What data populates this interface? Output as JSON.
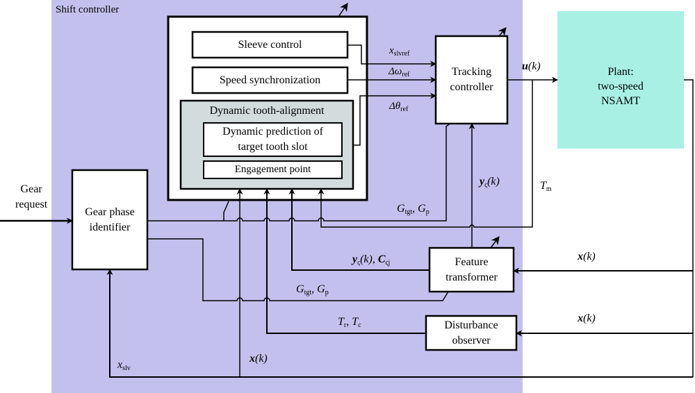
{
  "title": "Shift controller block diagram",
  "colors": {
    "shift_controller_bg": "#c4c0ee",
    "plant_bg": "#a8f0e4",
    "tooth_alignment_bg": "#d2dcdc",
    "line": "#000000"
  },
  "regions": {
    "shift_controller": "Shift controller"
  },
  "blocks": {
    "sleeve_control": "Sleeve control",
    "speed_sync": "Speed synchronization",
    "tooth_alignment": "Dynamic tooth-alignment",
    "prediction_line1": "Dynamic prediction of",
    "prediction_line2": "target tooth slot",
    "engagement_point": "Engagement point",
    "tracking_line1": "Tracking",
    "tracking_line2": "controller",
    "plant_line1": "Plant:",
    "plant_line2": "two-speed",
    "plant_line3": "NSAMT",
    "gear_phase_line1": "Gear phase",
    "gear_phase_line2": "identifier",
    "feature_line1": "Feature",
    "feature_line2": "transformer",
    "disturbance_line1": "Disturbance",
    "disturbance_line2": "observer"
  },
  "signals": {
    "gear_request_line1": "Gear",
    "gear_request_line2": "request",
    "x_slvref_main": "x",
    "x_slvref_sub": "slvref",
    "d_omega_main": "Δω",
    "d_omega_sub": "ref",
    "d_theta_main": "Δθ",
    "d_theta_sub": "ref",
    "u_k": "u",
    "u_k_arg": "(k)",
    "y_k_main": "y",
    "y_k_sub": "ς",
    "y_k_arg": "(k)",
    "t_m_main": "T",
    "t_m_sub": "m",
    "g_main": "G",
    "g_tgt_sub": "tgt",
    "g_sep": ", ",
    "g_p_sub": "p",
    "y_c_y": "y",
    "y_c_ysub": "ς",
    "y_c_arg": "(k), ",
    "y_c_c": "C",
    "y_c_csub": "ςj",
    "x_k_main": "x",
    "x_k_arg": "(k)",
    "tr_main": "T",
    "tr_sub": "r",
    "tc_sep": ", ",
    "tc_main": "T",
    "tc_sub": "c",
    "x_slv_main": "x",
    "x_slv_sub": "slv"
  }
}
